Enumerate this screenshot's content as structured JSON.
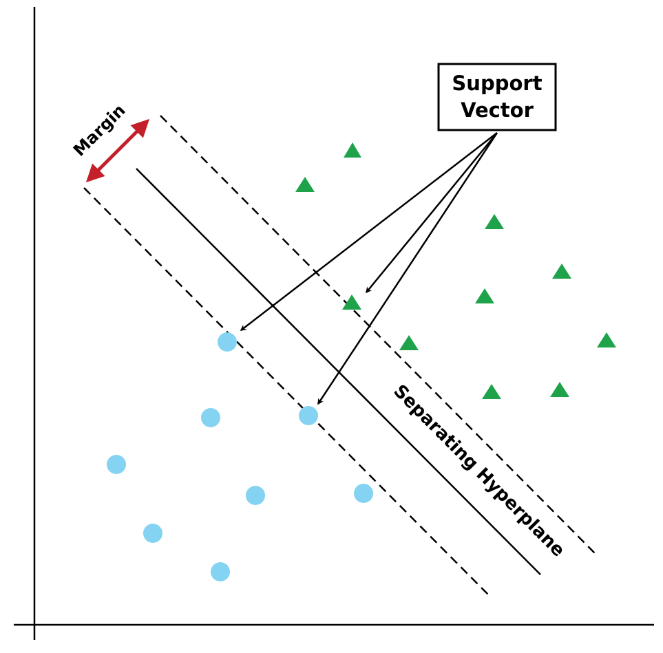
{
  "labels": {
    "support_vector_line1": "Support",
    "support_vector_line2": "Vector",
    "margin": "Margin",
    "hyperplane": "Separating Hyperplane"
  },
  "colors": {
    "triangle": "#1fa34a",
    "circle": "#84d3f2",
    "margin_arrow": "#c4202a",
    "line": "#000000"
  }
}
